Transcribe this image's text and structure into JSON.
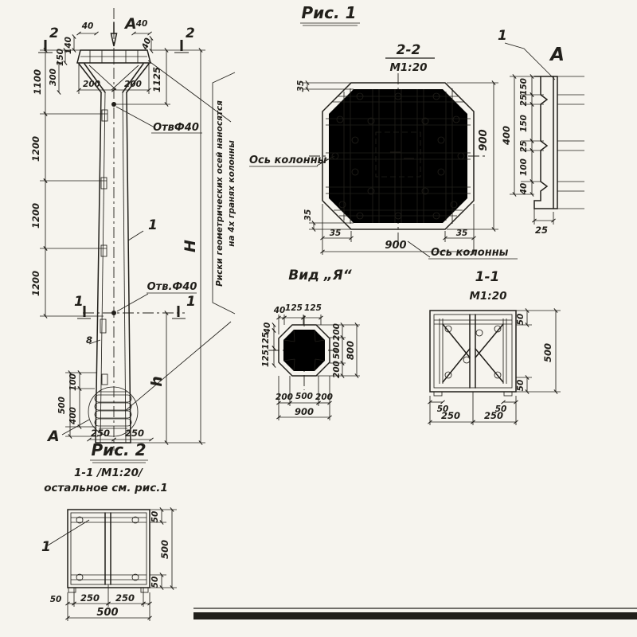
{
  "background": "#f6f4ee",
  "ink": "#211f1a",
  "fig1": {
    "title": "Рис. 1"
  },
  "elevation": {
    "view_arrow": "А",
    "section2_left": "2",
    "section2_right": "2",
    "section1_left": "1",
    "section1_right": "1",
    "item": "1",
    "hole_top": "ОтвФ40",
    "hole_mid": "Отв.Ф40",
    "height_total": "Н",
    "height_lower": "h",
    "detail_ref": "А",
    "note_line1": "Риски геометрических осей наносятся",
    "note_line2": "на 4х гранях колонны",
    "dims": {
      "top40l": "40",
      "top40r": "40",
      "side40r": "40",
      "d140": "140",
      "d150": "150",
      "d300": "300",
      "d1100": "1100",
      "d1125": "1125",
      "d200l": "200",
      "d200r": "200",
      "d1200a": "1200",
      "d1200b": "1200",
      "d1200c": "1200",
      "d8": "8",
      "d100": "100",
      "d500": "500",
      "d400": "400",
      "d250l": "250",
      "d250r": "250"
    }
  },
  "section22": {
    "label": "2-2",
    "scale": "М1:20",
    "axis_left": "Ось колонны",
    "axis_bottom": "Ось колонны",
    "item": "1",
    "dims": {
      "d35tl": "35",
      "d35bl": "35",
      "d35b1": "35",
      "d35b2": "35",
      "d900b": "900",
      "d900r": "900"
    }
  },
  "detail_a": {
    "label": "А",
    "dims": {
      "d150a": "150",
      "d25a": "25",
      "d150b": "150",
      "d25b": "25",
      "d100": "100",
      "d40": "40",
      "d400": "400",
      "d25c": "25"
    }
  },
  "view_ya": {
    "title": "Вид „Я“",
    "dims": {
      "top": [
        "40",
        "125",
        "125"
      ],
      "left": [
        "40",
        "125",
        "125"
      ],
      "right": [
        "200",
        "500",
        "200"
      ],
      "right_total": "800",
      "bottom": [
        "200",
        "500",
        "200"
      ],
      "bottom_total": "900"
    }
  },
  "section11": {
    "label": "1-1",
    "scale": "М1:20",
    "dims": {
      "r50t": "50",
      "r500": "500",
      "r50b": "50",
      "b50l": "50",
      "b50r": "50",
      "b250l": "250",
      "b250r": "250"
    }
  },
  "fig2": {
    "title": "Рис. 2",
    "section": "1-1 /М1:20/",
    "note": "остальное см. рис.1",
    "item": "1",
    "dims": {
      "r50t": "50",
      "r500": "500",
      "r50b": "50",
      "b50": "50",
      "b250l": "250",
      "b250r": "250",
      "b500": "500"
    }
  }
}
